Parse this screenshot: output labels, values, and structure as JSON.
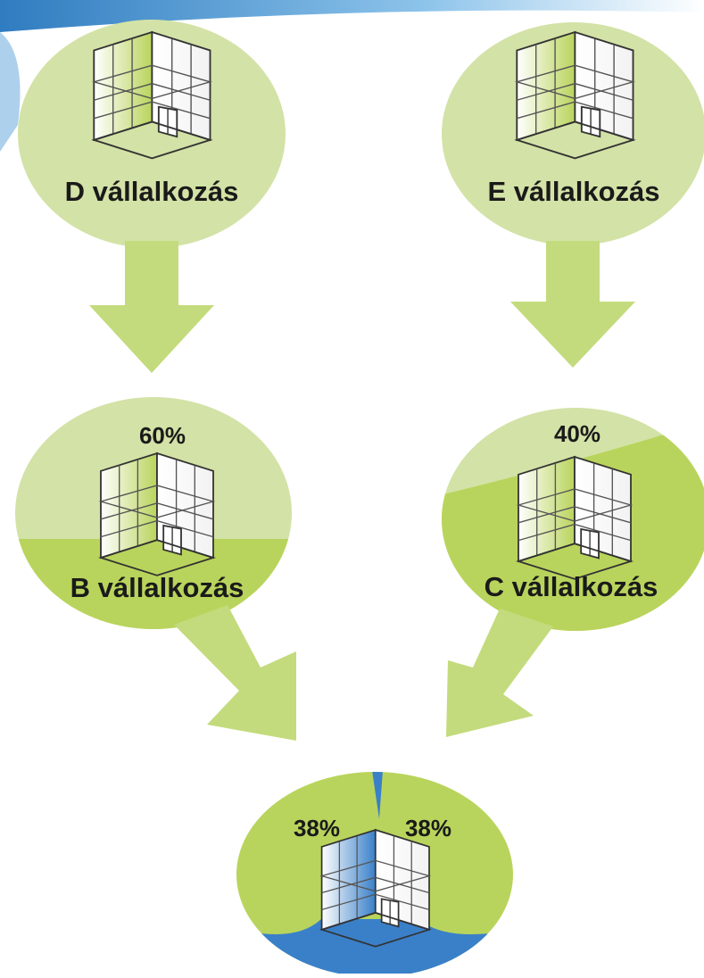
{
  "colors": {
    "light_green": "#d3e2a6",
    "mid_green": "#c6dd8a",
    "strong_green": "#b9d45c",
    "arrow_green": "#c3db7c",
    "blue": "#3a80c9",
    "header_blue": "#6aa9dd"
  },
  "companies": {
    "d": {
      "label": "D vállalkozás"
    },
    "e": {
      "label": "E vállalkozás"
    },
    "b": {
      "label": "B vállalkozás",
      "share": "60%"
    },
    "c": {
      "label": "C vállalkozás",
      "share": "40%"
    }
  },
  "target": {
    "share_left": "38%",
    "share_right": "38%"
  },
  "icons": {
    "building": "building-icon",
    "arrow": "arrow-down-icon"
  }
}
